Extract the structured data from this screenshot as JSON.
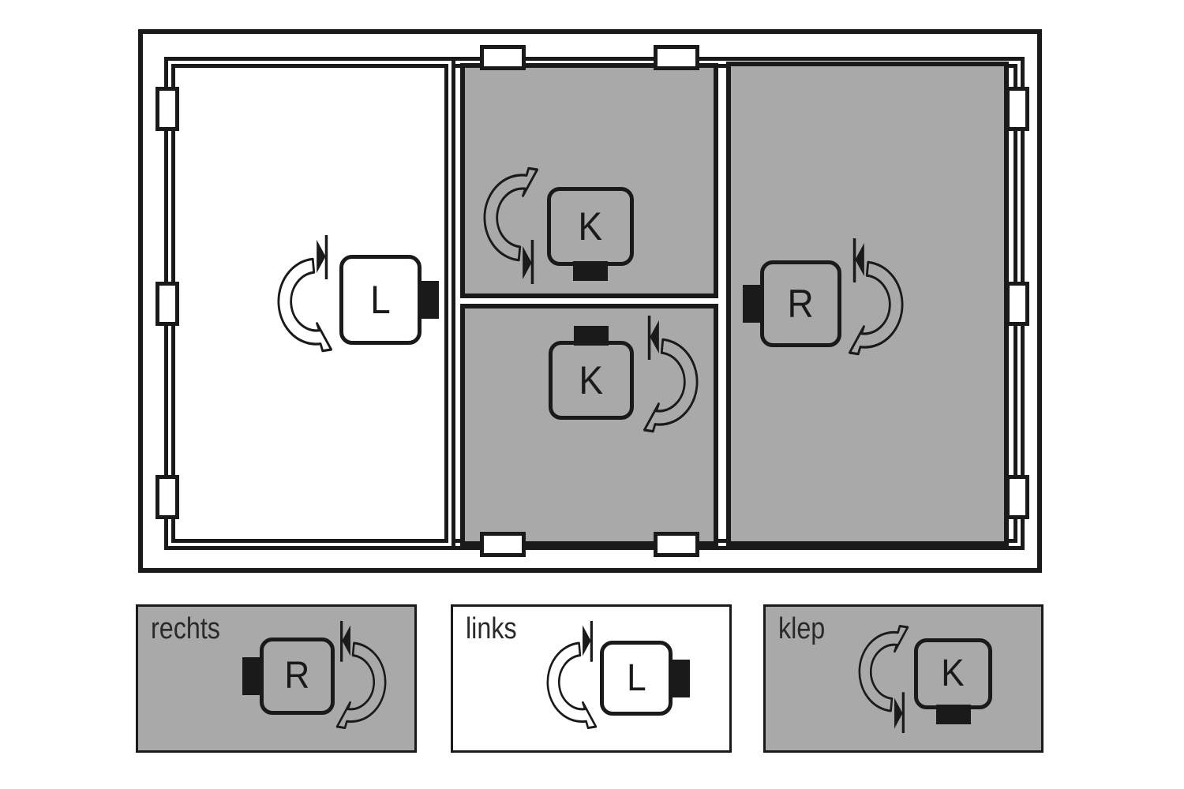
{
  "colors": {
    "ink": "#1a1a1a",
    "panel_gray": "#a9a9a9",
    "background": "#ffffff"
  },
  "window": {
    "sashes": {
      "left_turn": {
        "letter": "L"
      },
      "top_flap": {
        "letter": "K"
      },
      "bottom_flap": {
        "letter": "K"
      },
      "right_turn": {
        "letter": "R"
      }
    }
  },
  "legend": [
    {
      "label": "rechts",
      "letter": "R",
      "background": "gray"
    },
    {
      "label": "links",
      "letter": "L",
      "background": "white"
    },
    {
      "label": "klep",
      "letter": "K",
      "background": "gray"
    }
  ]
}
